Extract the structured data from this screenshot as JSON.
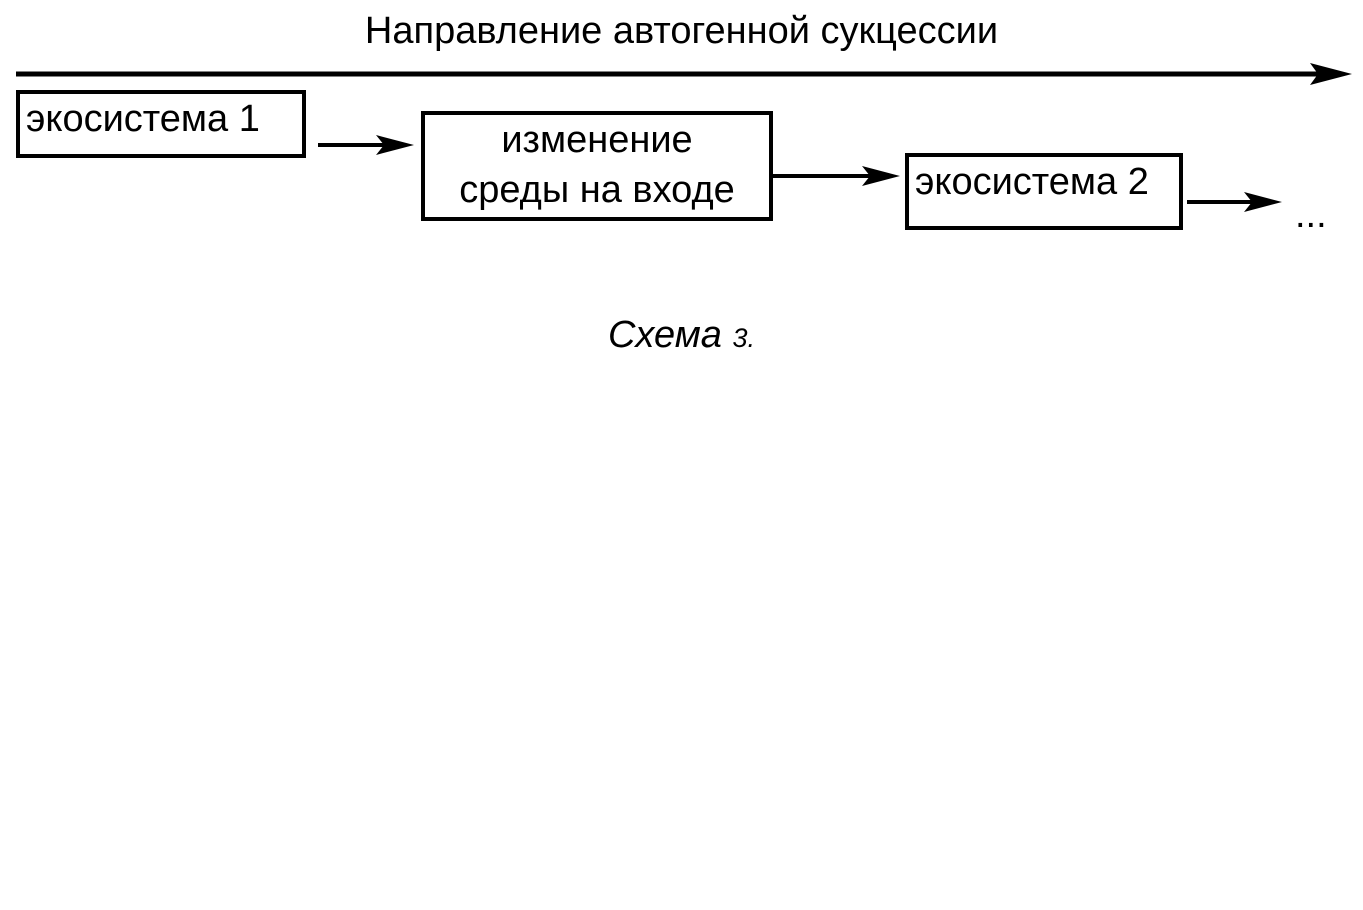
{
  "diagram": {
    "direction_label": "Направление автогенной сукцессии",
    "nodes": [
      {
        "id": "ecosystem-1",
        "label": "экосистема 1"
      },
      {
        "id": "input-change",
        "label_line_1": "изменение",
        "label_line_2": "среды на входе"
      },
      {
        "id": "ecosystem-2",
        "label": "экосистема 2"
      }
    ],
    "continuation": "...",
    "edges": [
      {
        "from": "ecosystem-1",
        "to": "input-change"
      },
      {
        "from": "input-change",
        "to": "ecosystem-2"
      },
      {
        "from": "ecosystem-2",
        "to": "continuation"
      }
    ]
  },
  "caption": {
    "word": "Схема",
    "number": "3."
  },
  "colors": {
    "stroke": "#000000",
    "background": "#ffffff"
  }
}
